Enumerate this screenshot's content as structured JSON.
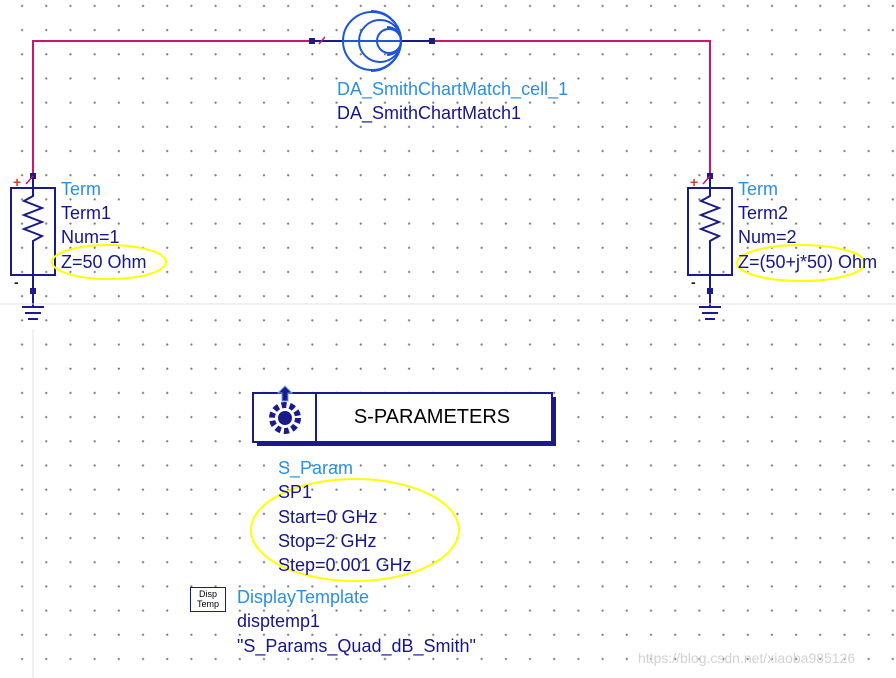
{
  "smith_match": {
    "instance": "DA_SmithChartMatch_cell_1",
    "name": "DA_SmithChartMatch1"
  },
  "term1": {
    "type": "Term",
    "name": "Term1",
    "num": "Num=1",
    "impedance": "Z=50 Ohm"
  },
  "term2": {
    "type": "Term",
    "name": "Term2",
    "num": "Num=2",
    "impedance": "Z=(50+j*50) Ohm"
  },
  "sparam": {
    "title": "S-PARAMETERS",
    "type": "S_Param",
    "name": "SP1",
    "start": "Start=0 GHz",
    "stop": "Stop=2 GHz",
    "step": "Step=0.001 GHz"
  },
  "display_template": {
    "icon_line1": "Disp",
    "icon_line2": "Temp",
    "type": "DisplayTemplate",
    "name": "disptemp1",
    "value": "\"S_Params_Quad_dB_Smith\""
  },
  "pin_signs": {
    "plus": "+",
    "minus": "-"
  },
  "watermark": "https://blog.csdn.net/xiaoba985126",
  "colors": {
    "wire": "#c8186e",
    "component": "#1a1a8c",
    "label_light": "#2b8fe0",
    "label_dark": "#16168c",
    "highlight": "#ffff00",
    "smith_icon": "#1f56d6"
  }
}
